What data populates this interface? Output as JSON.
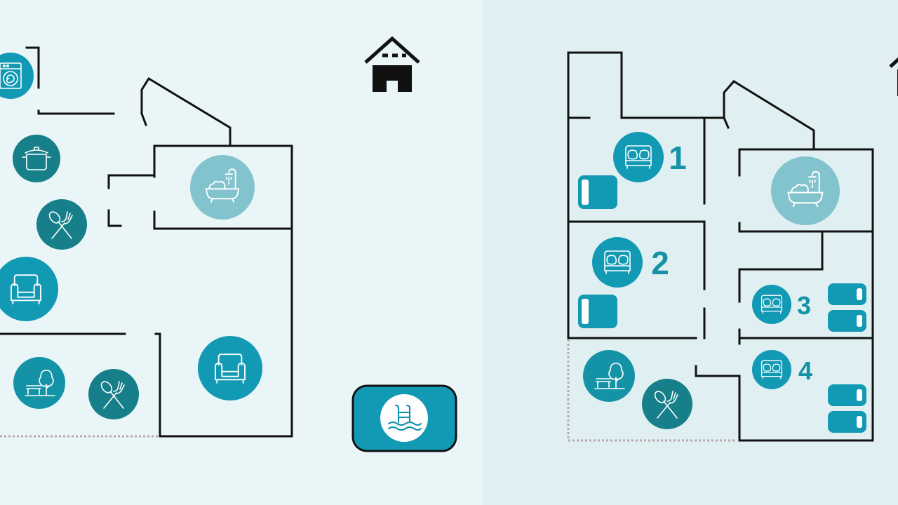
{
  "colors": {
    "bg_left": "#e9f5f7",
    "bg_right": "#e0eff1",
    "wall": "#111111",
    "dotted": "#b9a9a7",
    "teal_dark": "#167f8a",
    "teal": "#1493a6",
    "teal_bright": "#129ab5",
    "teal_light": "#82c3cd",
    "icon_stroke": "#ffffff"
  },
  "left_plan": {
    "icons": [
      "washing-machine-icon",
      "cooking-pot-icon",
      "cutlery-icon",
      "armchair-icon",
      "park-bench-tree-icon",
      "cutlery-icon",
      "bathtub-shower-icon",
      "armchair-icon",
      "house-icon",
      "pool-ladder-icon"
    ]
  },
  "right_plan": {
    "bedrooms": [
      {
        "number": "1",
        "beds": 1
      },
      {
        "number": "2",
        "beds": 1
      },
      {
        "number": "3",
        "beds": 2
      },
      {
        "number": "4",
        "beds": 2
      }
    ],
    "icons": [
      "double-bed-icon",
      "bathtub-shower-icon",
      "park-bench-tree-icon",
      "cutlery-icon",
      "single-bed-icon",
      "house-icon"
    ]
  }
}
